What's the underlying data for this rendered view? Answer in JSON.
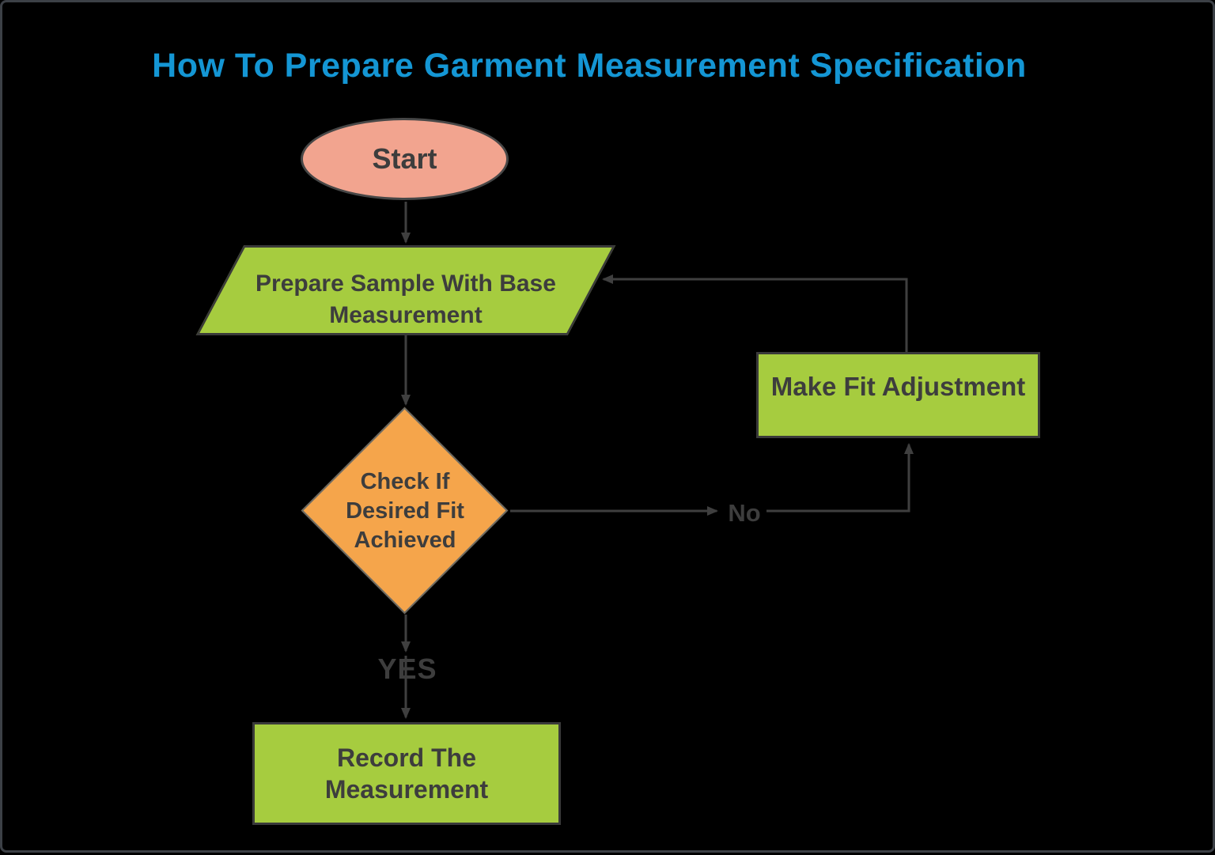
{
  "title": {
    "text": "How To Prepare Garment Measurement Specification"
  },
  "nodes": {
    "start": {
      "label": "Start",
      "shape": "ellipse"
    },
    "prepare": {
      "label": "Prepare Sample With Base\nMeasurement",
      "shape": "parallelogram"
    },
    "check": {
      "label": "Check If\nDesired Fit\nAchieved",
      "shape": "diamond"
    },
    "adjust": {
      "label": "Make Fit Adjustment",
      "shape": "rectangle"
    },
    "record": {
      "label": "Record The\nMeasurement",
      "shape": "rectangle"
    }
  },
  "edge_labels": {
    "no": "No",
    "yes": "YES"
  },
  "palette": {
    "title_blue": "#1496d4",
    "salmon": "#f2a48f",
    "salmon_stroke": "#474747",
    "green": "#a6cc3f",
    "green_stroke": "#3a3a3a",
    "orange": "#f5a54b",
    "orange_stroke": "#6a6a64",
    "edge": "#3f3f3f",
    "text": "#3d3d3d",
    "background": "#000000",
    "frame": "#3c4046"
  }
}
